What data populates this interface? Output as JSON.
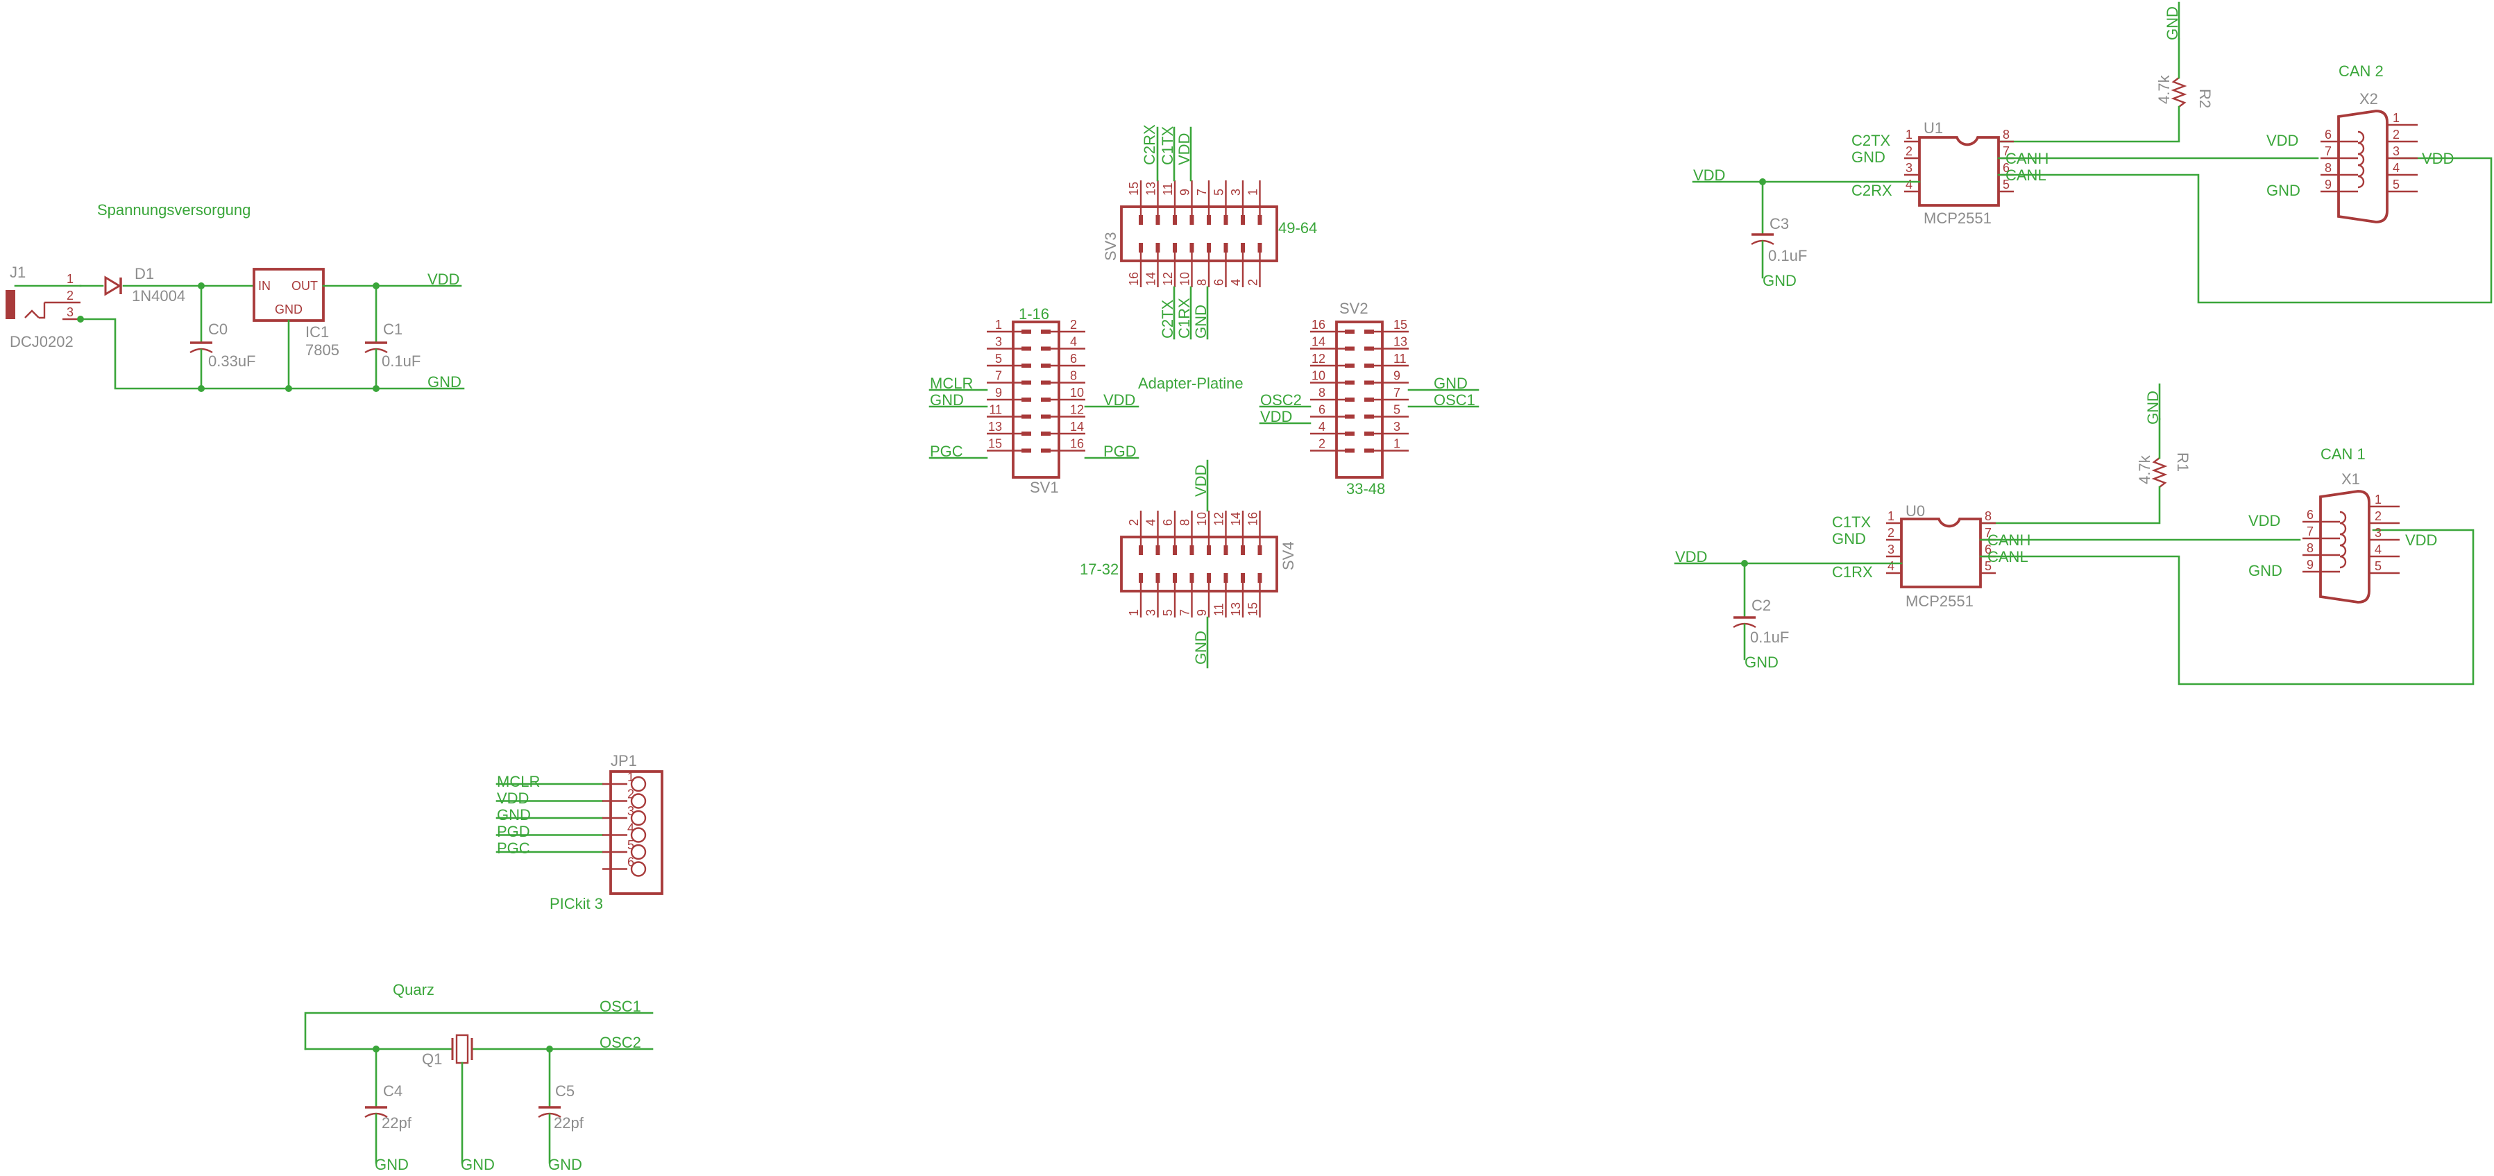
{
  "canvas": {
    "background": "#ffffff"
  },
  "colors": {
    "wire": "#3aa63a",
    "device": "#a83a3a",
    "name": "#8c8c8c"
  },
  "titles": {
    "power": "Spannungsversorgung",
    "adapter": "Adapter-Platine",
    "pickit": "PICkit 3",
    "quartz": "Quarz",
    "can1": "CAN 1",
    "can2": "CAN 2"
  },
  "nets": {
    "vdd": "VDD",
    "gnd": "GND",
    "mclr": "MCLR",
    "pgc": "PGC",
    "pgd": "PGD",
    "osc1": "OSC1",
    "osc2": "OSC2",
    "c1tx": "C1TX",
    "c1rx": "C1RX",
    "c2tx": "C2TX",
    "c2rx": "C2RX",
    "canh": "CANH",
    "canl": "CANL"
  },
  "parts": {
    "j1": {
      "name": "J1",
      "value": "DCJ0202",
      "pins": [
        "1",
        "2",
        "3"
      ]
    },
    "d1": {
      "name": "D1",
      "value": "1N4004"
    },
    "ic1": {
      "name": "IC1",
      "value": "7805",
      "pin_in": "IN",
      "pin_out": "OUT",
      "pin_gnd": "GND"
    },
    "c0": {
      "name": "C0",
      "value": "0.33uF"
    },
    "c1": {
      "name": "C1",
      "value": "0.1uF"
    },
    "c2": {
      "name": "C2",
      "value": "0.1uF"
    },
    "c3": {
      "name": "C3",
      "value": "0.1uF"
    },
    "c4": {
      "name": "C4",
      "value": "22pf"
    },
    "c5": {
      "name": "C5",
      "value": "22pf"
    },
    "q1": {
      "name": "Q1"
    },
    "r1": {
      "name": "R1",
      "value": "4.7k"
    },
    "r2": {
      "name": "R2",
      "value": "4.7k"
    },
    "u0": {
      "name": "U0",
      "value": "MCP2551"
    },
    "u1": {
      "name": "U1",
      "value": "MCP2551"
    },
    "x1": {
      "name": "X1"
    },
    "x2": {
      "name": "X2"
    },
    "jp1": {
      "name": "JP1",
      "pins": [
        "1",
        "2",
        "3",
        "4",
        "5",
        "6"
      ]
    },
    "sv1": {
      "name": "SV1",
      "range": "1-16",
      "left_pins": [
        "1",
        "3",
        "5",
        "7",
        "9",
        "11",
        "13",
        "15"
      ],
      "right_pins": [
        "2",
        "4",
        "6",
        "8",
        "10",
        "12",
        "14",
        "16"
      ]
    },
    "sv2": {
      "name": "SV2",
      "range": "33-48",
      "left_pins": [
        "16",
        "14",
        "12",
        "10",
        "8",
        "6",
        "4",
        "2"
      ],
      "right_pins": [
        "15",
        "13",
        "11",
        "9",
        "7",
        "5",
        "3",
        "1"
      ]
    },
    "sv3": {
      "name": "SV3",
      "range": "49-64",
      "top_pins": [
        "15",
        "13",
        "11",
        "9",
        "7",
        "5",
        "3",
        "1"
      ],
      "bottom_pins": [
        "16",
        "14",
        "12",
        "10",
        "8",
        "6",
        "4",
        "2"
      ]
    },
    "sv4": {
      "name": "SV4",
      "range": "17-32",
      "top_pins": [
        "2",
        "4",
        "6",
        "8",
        "10",
        "12",
        "14",
        "16"
      ],
      "bottom_pins": [
        "1",
        "3",
        "5",
        "7",
        "9",
        "11",
        "13",
        "15"
      ]
    }
  },
  "transceiver_pins": {
    "left": [
      "1",
      "2",
      "3",
      "4"
    ],
    "right": [
      "8",
      "7",
      "6",
      "5"
    ]
  },
  "sub_d_pins": {
    "left": [
      "6",
      "7",
      "8",
      "9"
    ],
    "right": [
      "1",
      "2",
      "3",
      "4",
      "5"
    ]
  }
}
